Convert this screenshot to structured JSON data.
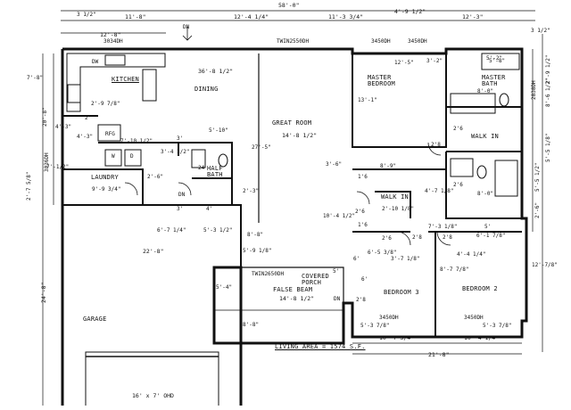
{
  "overall_dims": {
    "total_width": "58'-0\"",
    "left_offset": "3 1/2\"",
    "right_offset": "3 1/2\"",
    "top_segments": [
      "11'-8\"",
      "12'-4 1/4\"",
      "11'-3 3/4\"",
      "4'-9 1/2\"",
      "12'-3\""
    ],
    "bottom_width": "21'-8\"",
    "bottom_segments": [
      "10'-7 3/4\"",
      "10'-4 1/4\""
    ],
    "left_side": [
      "7'-8\"",
      "20'-8\"",
      "4'-3\"",
      "7'-1/2\"",
      "2'-7 5/8\"",
      "24'-8\""
    ],
    "right_side": [
      "2'-9 1/2\"",
      "8'-6 1/2\"",
      "5'-5 1/8\"",
      "5'-5 1/2\"",
      "2'-6\"",
      "12'-7/8\""
    ]
  },
  "windows": {
    "kitchen_top": "3034DH",
    "great_room_top": "TWIN2550DH",
    "master_top_1": "3450DH",
    "master_top_2": "3450DH",
    "laundry_side": "3036DH",
    "porch_window": "TWIN2650DH",
    "bath_window": "2838DH",
    "bed3_bottom": "3450DH",
    "bed2_bottom": "3450DH"
  },
  "rooms": {
    "kitchen": "KITCHEN",
    "dining": "DINING",
    "great_room": "GREAT ROOM",
    "laundry": "LAUNDRY",
    "half_bath": "HALF BATH",
    "garage": "GARAGE",
    "master_bedroom": "MASTER BEDROOM",
    "master_bath": "MASTER BATH",
    "walk_in_master": "WALK IN",
    "walk_in_hall": "WALK IN",
    "bedroom3": "BEDROOM 3",
    "bedroom2": "BEDROOM 2",
    "covered_porch": "COVERED PORCH",
    "false_beam": "FALSE BEAM",
    "living_area": "LIVING AREA = 1574 S.F."
  },
  "interior_dims": {
    "kitchen_w": "12'-8\"",
    "kitchen_dining_w": "36'-8 1/2\"",
    "k_29": "2'-9 7/8\"",
    "k_2": "2'",
    "k_43": "4'-3\"",
    "k_710": "7'-10 1/2\"",
    "gr_w": "14'-8 1/2\"",
    "gr_h": "27'-5\"",
    "d_510": "5'-10\"",
    "d_3": "3'",
    "l_34": "3'-4 1/2\"",
    "l_26": "2'-6\"",
    "l_99": "9'-9 3/4\"",
    "l_3": "3'",
    "hb_24": "24",
    "hb_4": "4'",
    "hb_23": "2'-3\"",
    "h_67": "6'-7 1/4\"",
    "h_53": "5'-3 1/2\"",
    "g_22": "22'-8\"",
    "g_59": "5'-9 1/8\"",
    "g_88": "8'-8\"",
    "g_54": "5'-4\"",
    "p_148": "14'-8 1/2\"",
    "p_88": "8'-8\"",
    "p_6": "6'",
    "p_5": "5'",
    "mb_125": "12'-5\"",
    "mb_13": "13'-1\"",
    "mb_28": "2'8",
    "mb_89": "8'-9\"",
    "mb_26": "2'6",
    "mb_36": "3'-6\"",
    "mbath_52": "5'-2\"",
    "mbath_8": "8'-0\"",
    "mbath_32": "3'-2\"",
    "mbath_8b": "8'-0\"",
    "mbath_26b": "2'6",
    "hall_104": "10'-4 1/2\"",
    "hall_210": "2'-10 1/8\"",
    "hall_47": "4'-7 1/8\"",
    "hall_26": "2'6",
    "hall_28a": "2'8",
    "hall_28b": "2'8",
    "hall_73": "7'-3 1/8\"",
    "hall_16": "1'6",
    "hall_16b": "1'6",
    "b3_65": "6'-5 3/8\"",
    "b3_37": "3'-7 1/8\"",
    "b3_6": "6'",
    "b3_26": "2'6",
    "b3_53": "5'-3 7/8\"",
    "b3_28": "2'8",
    "b2_61": "6'-1 7/8\"",
    "b2_44": "4'-4 1/4\"",
    "b2_87": "8'-7 7/8\"",
    "b2_5": "5'",
    "b2_53": "5'-3 7/8\""
  },
  "fixtures": {
    "dw": "DW",
    "rfg": "RFG",
    "dn1": "DN",
    "dn2": "DN",
    "dn3": "DN",
    "w": "W",
    "d": "D",
    "ohd": "16' x 7' OHD",
    "mbath_dim": "5'-8\""
  }
}
